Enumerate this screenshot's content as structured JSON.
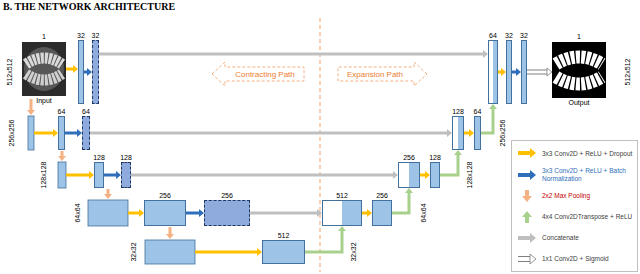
{
  "diagram": {
    "title": "B. THE NETWORK ARCHITECTURE",
    "nodes": [
      {
        "text": [
          "1",
          "Input"
        ]
      },
      {
        "text": [
          "32"
        ]
      },
      {
        "text": [
          "32"
        ]
      },
      {
        "text": [
          "64"
        ]
      },
      {
        "text": [
          "32"
        ]
      },
      {
        "text": [
          "32"
        ]
      },
      {
        "text": [
          "1",
          "Output"
        ]
      },
      {
        "text": [
          "64"
        ]
      },
      {
        "text": [
          "64"
        ]
      },
      {
        "text": [
          "128"
        ]
      },
      {
        "text": [
          "64"
        ]
      },
      {
        "text": [
          "128"
        ]
      },
      {
        "text": [
          "128"
        ]
      },
      {
        "text": [
          "256"
        ]
      },
      {
        "text": [
          "128"
        ]
      },
      {
        "text": [
          "256"
        ]
      },
      {
        "text": [
          "256"
        ]
      },
      {
        "text": [
          "512"
        ]
      },
      {
        "text": [
          "256"
        ]
      },
      {
        "text": [
          "512"
        ]
      },
      {
        "text": [
          "Contracting Path"
        ]
      },
      {
        "text": [
          "Expansion Path"
        ]
      }
    ],
    "edges": [
      {
        "from": 0,
        "to": 1,
        "arrow": "to"
      },
      {
        "from": 1,
        "to": 2,
        "arrow": "to"
      },
      {
        "from": 2,
        "to": 3,
        "arrow": "to"
      },
      {
        "from": 3,
        "to": 4,
        "arrow": "to"
      },
      {
        "from": 4,
        "to": 5,
        "arrow": "to"
      },
      {
        "from": 5,
        "to": 6,
        "arrow": "to"
      },
      {
        "from": 7,
        "to": 8,
        "arrow": "to"
      },
      {
        "from": 8,
        "to": 9,
        "arrow": "to"
      },
      {
        "from": 9,
        "to": 10,
        "arrow": "to"
      },
      {
        "from": 10,
        "to": 3,
        "arrow": "to"
      },
      {
        "from": 11,
        "to": 12,
        "arrow": "to"
      },
      {
        "from": 12,
        "to": 13,
        "arrow": "to"
      },
      {
        "from": 13,
        "to": 14,
        "arrow": "to"
      },
      {
        "from": 14,
        "to": 9,
        "arrow": "to"
      },
      {
        "from": 15,
        "to": 16,
        "arrow": "to"
      },
      {
        "from": 16,
        "to": 17,
        "arrow": "to"
      },
      {
        "from": 17,
        "to": 18,
        "arrow": "to"
      },
      {
        "from": 18,
        "to": 13,
        "arrow": "to"
      },
      {
        "from": 19,
        "to": 17,
        "arrow": "to"
      }
    ],
    "labels": [
      "512x512",
      "512x512",
      "256x256",
      "256x256",
      "128x128",
      "128x128",
      "64x64",
      "64x64",
      "32x32",
      "32x32"
    ],
    "legend": [
      {
        "text": "3x3 Conv2D + ReLU + Dropout"
      },
      {
        "text": "3x3 Conv2D + ReLU + Batch Normalization"
      },
      {
        "text": "2x2 Max Pooling"
      },
      {
        "text": "4x4 Conv2DTranspose + ReLU"
      },
      {
        "text": "Concatenate"
      },
      {
        "text": "1x1 Conv2D + Sigmoid"
      }
    ]
  }
}
